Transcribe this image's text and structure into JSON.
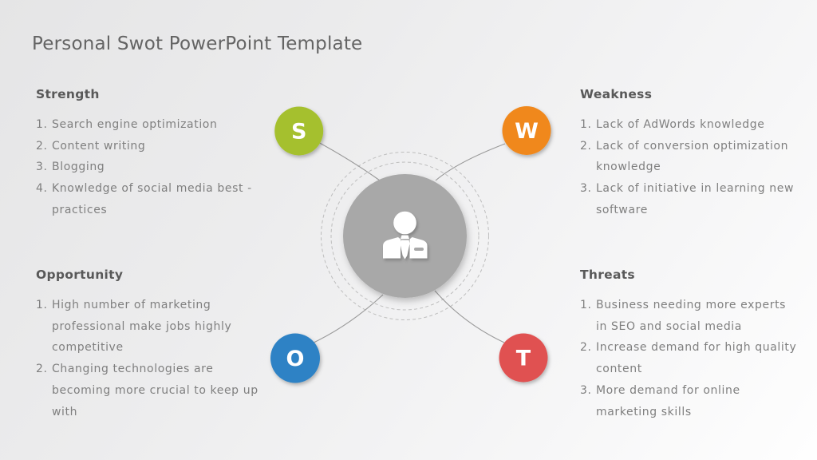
{
  "title": "Personal Swot PowerPoint Template",
  "sections": {
    "strength": {
      "heading": "Strength",
      "items": [
        {
          "num": "1.",
          "text": "Search engine optimization"
        },
        {
          "num": "2.",
          "text": "Content writing"
        },
        {
          "num": "3.",
          "text": "Blogging"
        },
        {
          "num": "4.",
          "text": "Knowledge of social media best -\npractices"
        }
      ]
    },
    "weakness": {
      "heading": "Weakness",
      "items": [
        {
          "num": "1.",
          "text": "Lack of AdWords knowledge"
        },
        {
          "num": "2.",
          "text": "Lack of conversion optimization\nknowledge"
        },
        {
          "num": "3.",
          "text": "Lack of initiative in learning new\nsoftware"
        }
      ]
    },
    "opportunity": {
      "heading": "Opportunity",
      "items": [
        {
          "num": "1.",
          "text": "High number of marketing\nprofessional make jobs highly\ncompetitive"
        },
        {
          "num": "2.",
          "text": "Changing technologies are\nbecoming more crucial to keep up\nwith"
        }
      ]
    },
    "threats": {
      "heading": "Threats",
      "items": [
        {
          "num": "1.",
          "text": "Business needing more experts\nin SEO and social media"
        },
        {
          "num": "2.",
          "text": "Increase demand for high quality\ncontent"
        },
        {
          "num": "3.",
          "text": "More demand for online\nmarketing skills"
        }
      ]
    }
  },
  "diagram": {
    "center_icon": "businessman-icon",
    "center_color": "#a8a8a8",
    "orbit_color": "#bdbdbd",
    "connector_color": "#9a9a9a",
    "badges": [
      {
        "letter": "S",
        "section": "strength",
        "color": "#a5c02e"
      },
      {
        "letter": "W",
        "section": "weakness",
        "color": "#f0881c"
      },
      {
        "letter": "O",
        "section": "opportunity",
        "color": "#2e82c5"
      },
      {
        "letter": "T",
        "section": "threats",
        "color": "#e05151"
      }
    ]
  },
  "colors": {
    "heading_text": "#595959",
    "body_text": "#7f7f7f",
    "title_text": "#646464"
  }
}
